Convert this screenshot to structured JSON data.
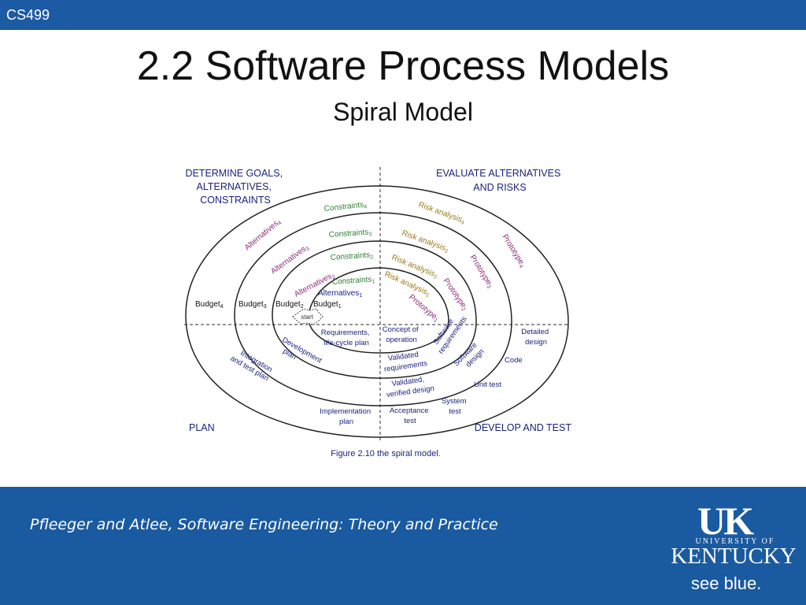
{
  "header": {
    "course": "CS499"
  },
  "slide": {
    "title": "2.2 Software Process Models",
    "subtitle": "Spiral Model"
  },
  "diagram": {
    "quadrants": {
      "top_left": [
        "DETERMINE GOALS,",
        "ALTERNATIVES,",
        "CONSTRAINTS"
      ],
      "top_right": [
        "EVALUATE ALTERNATIVES",
        "AND RISKS"
      ],
      "bottom_left": "PLAN",
      "bottom_right": "DEVELOP AND TEST"
    },
    "constraints": [
      "Constraints",
      "Constraints",
      "Constraints",
      "Constraints"
    ],
    "constraints_subs": [
      "4",
      "3",
      "2",
      "1"
    ],
    "alternatives": [
      "Alternatives",
      "Alternatives",
      "Alternatives",
      "Alternatives"
    ],
    "alternatives_subs": [
      "4",
      "3",
      "2",
      "1"
    ],
    "risk": [
      "Risk analysis",
      "Risk analysis",
      "Risk analysis",
      "Risk analysis"
    ],
    "risk_subs": [
      "4",
      "3",
      "2",
      "1"
    ],
    "prototype": [
      "Prototype",
      "Prototype",
      "Prototype",
      "Prototype"
    ],
    "prototype_subs": [
      "4",
      "3",
      "2",
      "1"
    ],
    "budget": [
      "Budget",
      "Budget",
      "Budget",
      "Budget"
    ],
    "budget_subs": [
      "4",
      "3",
      "2",
      "1"
    ],
    "start": "start",
    "plan_labels": {
      "req": [
        "Requirements,",
        "life-cycle plan"
      ],
      "dev": [
        "Development",
        "plan"
      ],
      "integ": [
        "Integration",
        "and test plan"
      ],
      "impl": [
        "Implementation",
        "plan"
      ]
    },
    "develop_labels": {
      "concept": [
        "Concept of",
        "operation"
      ],
      "sw_req": [
        "Software",
        "requirements"
      ],
      "sw_design": [
        "Software",
        "design"
      ],
      "detailed": [
        "Detailed",
        "design"
      ],
      "code": "Code",
      "unit": "Unit test",
      "system": [
        "System",
        "test"
      ],
      "acceptance": [
        "Acceptance",
        "test"
      ],
      "val_req": [
        "Validated",
        "requirements"
      ],
      "val_design": [
        "Validated,",
        "verified design"
      ]
    },
    "caption": "Figure 2.10 the spiral model."
  },
  "footer": {
    "citation": "Pfleeger and Atlee, Software Engineering: Theory and Practice",
    "logo": {
      "mark": "UK",
      "university": "UNIVERSITY OF",
      "kentucky": "KENTUCKY",
      "tagline": "see blue."
    }
  },
  "colors": {
    "bar": "#1c5aa3",
    "green": "#2e7d32",
    "purple": "#8e2b7a",
    "olive": "#9a7a1a",
    "navy": "#1a237e"
  }
}
